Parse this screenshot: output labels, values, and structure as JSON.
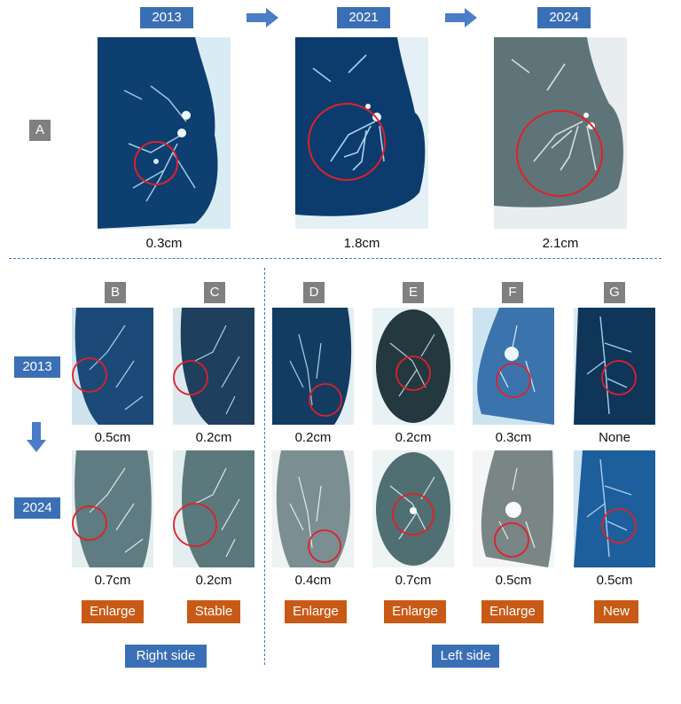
{
  "panel_a": {
    "label": "A",
    "years": [
      "2013",
      "2021",
      "2024"
    ],
    "sizes": [
      "0.3cm",
      "1.8cm",
      "2.1cm"
    ]
  },
  "row_years": {
    "top": "2013",
    "bottom": "2024"
  },
  "columns": [
    {
      "letter": "B",
      "size_2013": "0.5cm",
      "size_2024": "0.7cm",
      "status": "Enlarge"
    },
    {
      "letter": "C",
      "size_2013": "0.2cm",
      "size_2024": "0.2cm",
      "status": "Stable"
    },
    {
      "letter": "D",
      "size_2013": "0.2cm",
      "size_2024": "0.4cm",
      "status": "Enlarge"
    },
    {
      "letter": "E",
      "size_2013": "0.2cm",
      "size_2024": "0.7cm",
      "status": "Enlarge"
    },
    {
      "letter": "F",
      "size_2013": "0.3cm",
      "size_2024": "0.5cm",
      "status": "Enlarge"
    },
    {
      "letter": "G",
      "size_2013": "None",
      "size_2024": "0.5cm",
      "status": "New"
    }
  ],
  "sides": {
    "right": "Right side",
    "left": "Left side"
  },
  "colors": {
    "year_box": "#3a6fb6",
    "letter_box": "#808080",
    "status_box": "#c85a16",
    "highlight_circle": "#e0202a",
    "divider": "#4a78c0"
  }
}
